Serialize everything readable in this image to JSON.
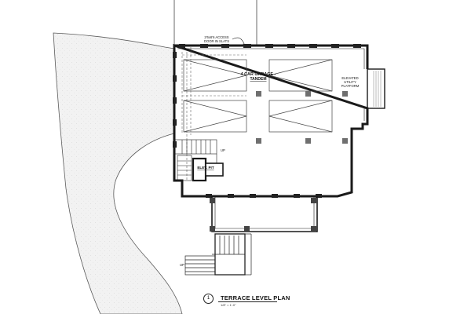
{
  "labels": {
    "access_door": [
      "2'6x6'6 ACCESS",
      "DOOR IN SLATS"
    ],
    "garage": [
      "4 CAR GARAGE -",
      "TANDEM"
    ],
    "platform": [
      "ELEVATED",
      "UTILITY",
      "PLATFORM"
    ],
    "elev_pit": "ELEV. PIT",
    "stair_up_1": "UP",
    "stair_up_2": "UP"
  },
  "title_block": {
    "number": "1",
    "title": "TERRACE LEVEL PLAN",
    "scale": "1/8\" = 1'-0\""
  },
  "colors": {
    "line": "#1a1a1a",
    "road_fill": "#f1f1f1",
    "road_stroke": "#555555",
    "pier": "#6f6f6f"
  }
}
